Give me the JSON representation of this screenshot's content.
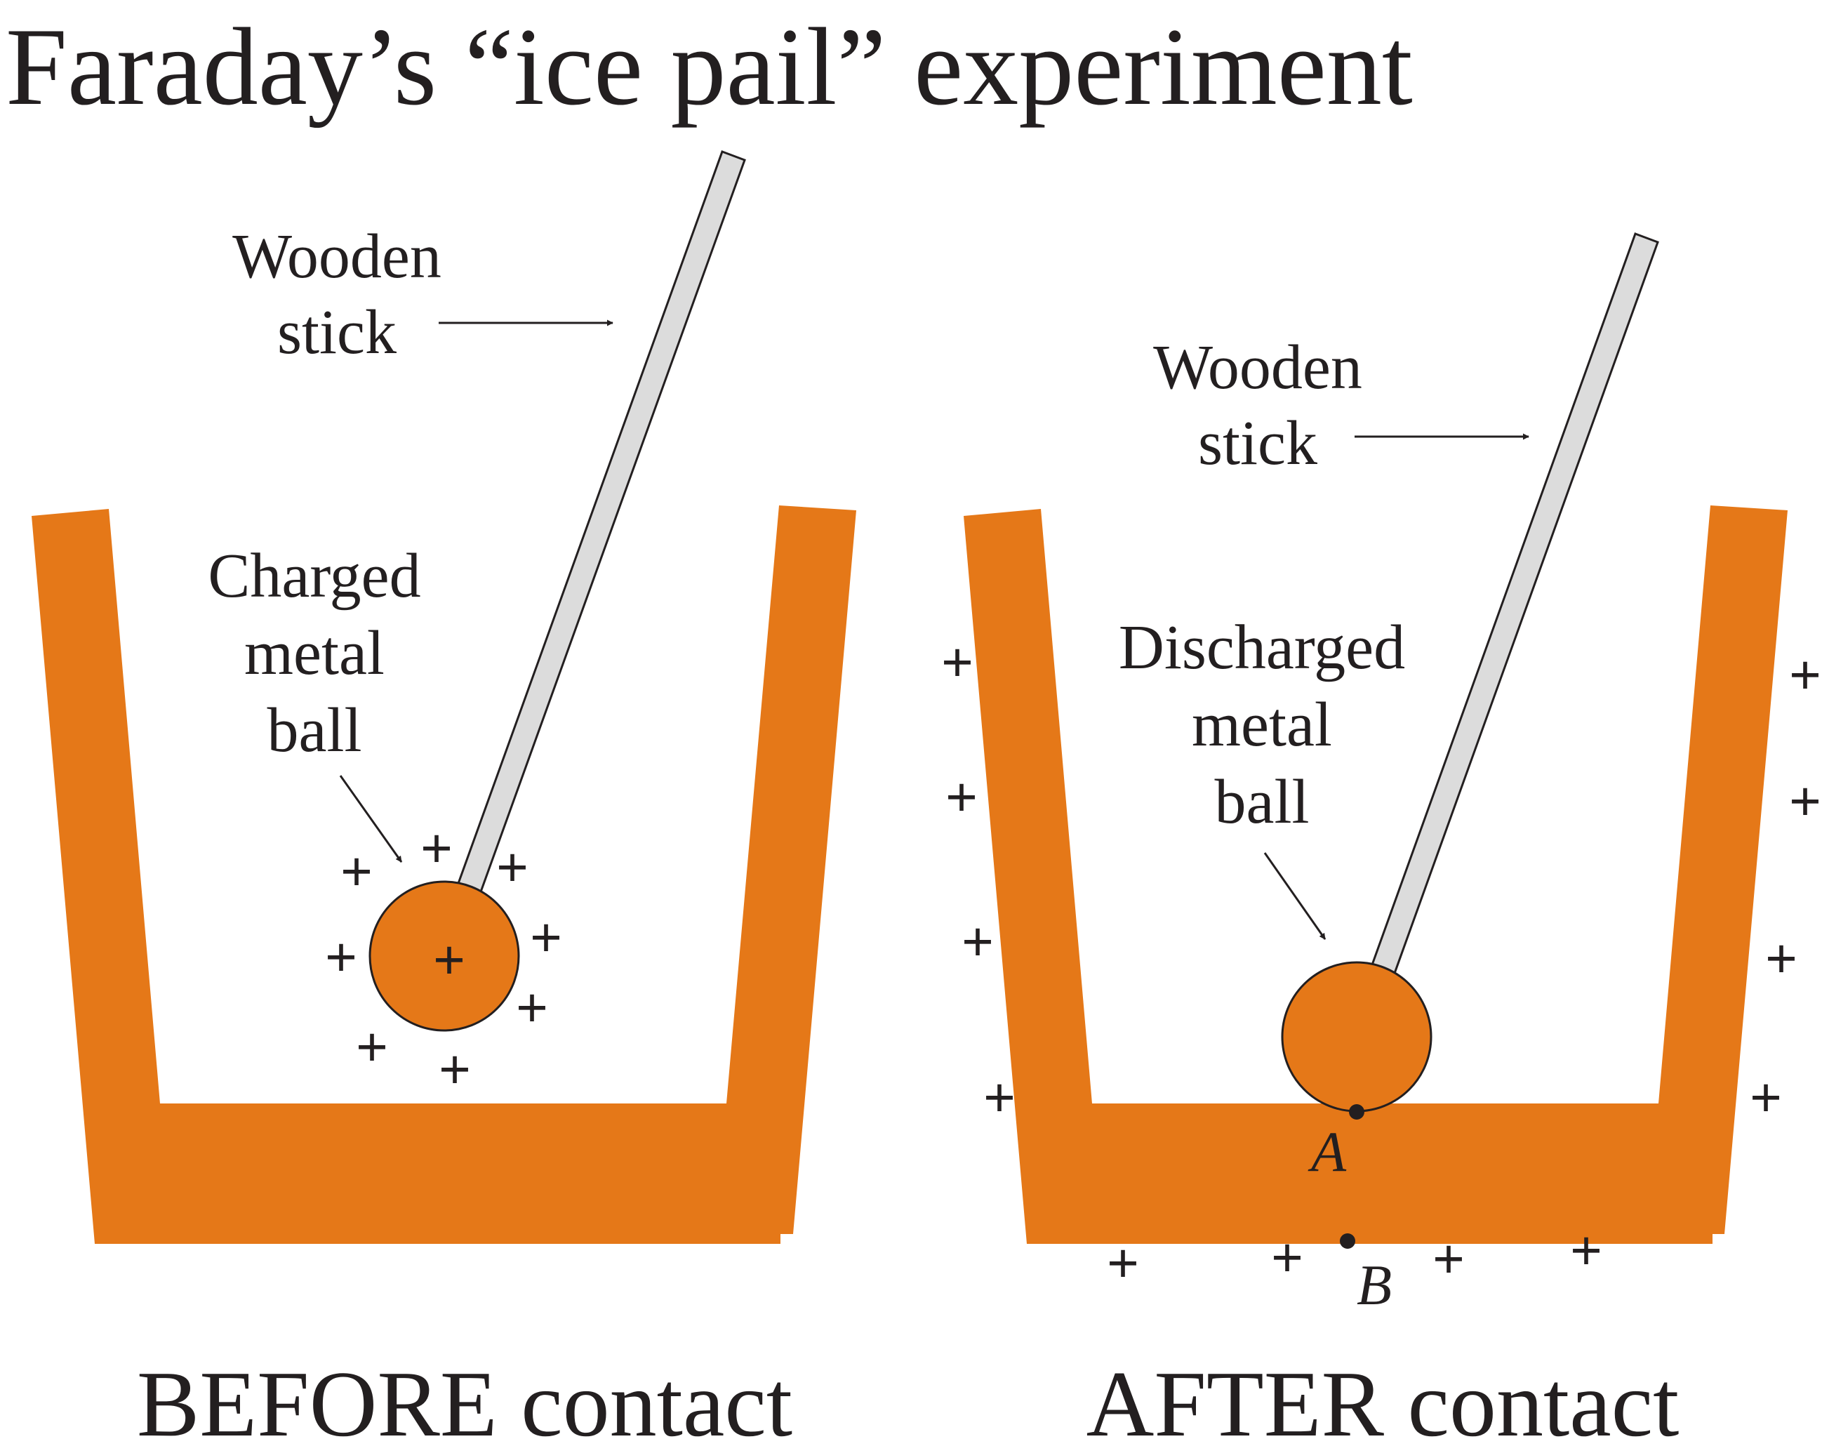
{
  "title": "Faraday’s “ice pail” experiment",
  "colors": {
    "pail": "#e57818",
    "stick_fill": "#dcdcdc",
    "ink": "#231f20"
  },
  "icons": {
    "charge": "plus-sign",
    "arrow": "arrow-right"
  },
  "charge_symbol": "+",
  "before": {
    "stick_label_line1": "Wooden",
    "stick_label_line2": "stick",
    "ball_label_line1": "Charged",
    "ball_label_line2": "metal",
    "ball_label_line3": "ball",
    "caption": "BEFORE contact"
  },
  "after": {
    "stick_label_line1": "Wooden",
    "stick_label_line2": "stick",
    "ball_label_line1": "Discharged",
    "ball_label_line2": "metal",
    "ball_label_line3": "ball",
    "point_a": "A",
    "point_b": "B",
    "caption": "AFTER contact"
  }
}
